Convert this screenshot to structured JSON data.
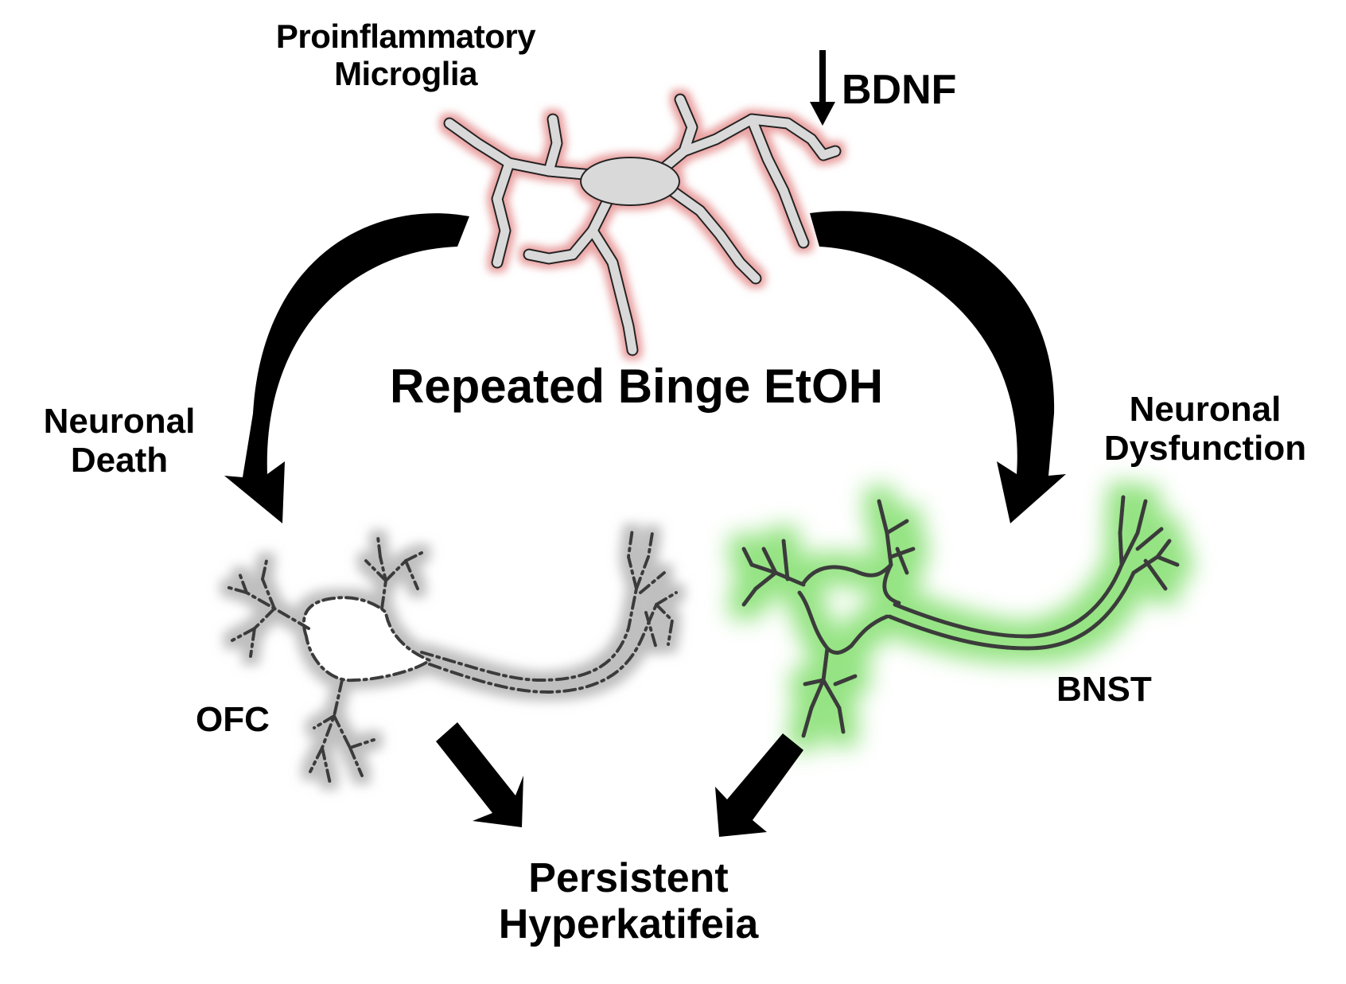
{
  "diagram": {
    "title": "Repeated Binge EtOH",
    "microglia": {
      "label_lines": [
        "Proinflammatory",
        "Microglia"
      ],
      "glow_color": "#e89a9a",
      "fill_color": "#d9d9d9"
    },
    "bdnf": {
      "direction": "decrease",
      "arrow_glyph": "down-arrow",
      "label": "BDNF"
    },
    "pathways": [
      {
        "effect_lines": [
          "Neuronal",
          "Death"
        ],
        "region": "OFC",
        "neuron_style": "dashed-degenerating",
        "glow_color": "#bdbdbd"
      },
      {
        "effect_lines": [
          "Neuronal",
          "Dysfunction"
        ],
        "region": "BNST",
        "neuron_style": "solid-intact",
        "glow_color": "#8ee07a"
      }
    ],
    "outcome_lines": [
      "Persistent",
      "Hyperkatifeia"
    ],
    "connections": [
      {
        "from": "microglia",
        "to": "OFC",
        "kind": "curved-arrow"
      },
      {
        "from": "microglia",
        "to": "BNST",
        "kind": "curved-arrow"
      },
      {
        "from": "OFC",
        "to": "outcome",
        "kind": "straight-arrow"
      },
      {
        "from": "BNST",
        "to": "outcome",
        "kind": "straight-arrow"
      }
    ]
  }
}
